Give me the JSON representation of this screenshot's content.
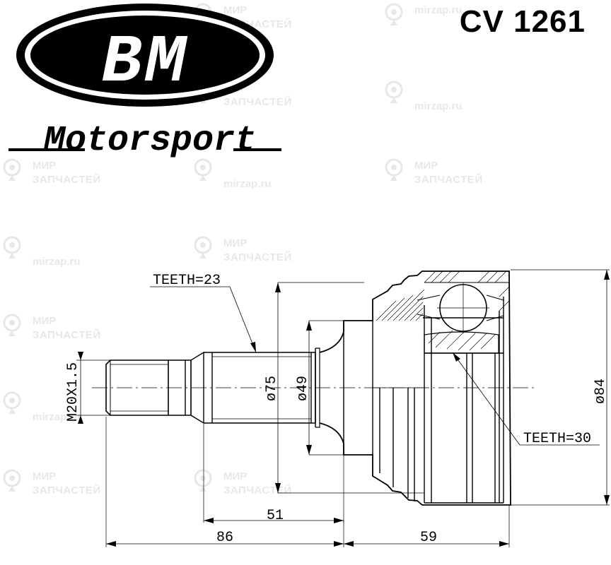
{
  "brand": {
    "logo_text": "BM",
    "tagline": "Motorsport"
  },
  "part_code": "CV 1261",
  "watermark": {
    "line1": "МИР",
    "line2": "ЗАПЧАСТЕЙ",
    "site": "mirzap.ru"
  },
  "drawing": {
    "thread_label": "M20X1.5",
    "teeth_outer_label": "TEETH=23",
    "teeth_inner_label": "TEETH=30",
    "dim_d75": "ø75",
    "dim_d49": "ø49",
    "dim_d84": "ø84",
    "dim_51": "51",
    "dim_86": "86",
    "dim_59": "59"
  },
  "colors": {
    "ink": "#000000",
    "background": "#ffffff"
  }
}
